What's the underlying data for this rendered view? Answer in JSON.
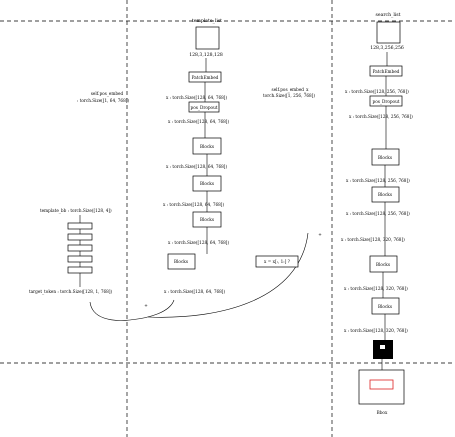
{
  "template_col": {
    "title": "template_list",
    "shape": "128,3,128,128",
    "patch_embed": "PatchEmbed",
    "pos_drop": "pos_Dropout",
    "blocks": [
      "Blocks",
      "Blocks",
      "Blocks",
      "Blocks"
    ],
    "size_labels": [
      "x :  torch.Size([128, 64, 768])",
      "x :  torch.Size([128, 64, 768])",
      "x :  torch.Size([128, 64, 768])",
      "x :  torch.Size([128, 64, 768])",
      "x :  torch.Size([128, 64, 768])",
      "x :  torch.Size([128, 64, 768])"
    ],
    "pos_embed_note": [
      "self.pos_embed",
      ":  torch.Size([1, 64, 768])"
    ]
  },
  "search_col": {
    "title": "search_list",
    "shape": "128,3,256,256",
    "patch_embed": "PatchEmbed",
    "pos_drop": "pos_Dropout",
    "blocks": [
      "Blocks",
      "Blocks",
      "Blocks",
      "Blocks"
    ],
    "size_labels": [
      "x :  torch.Size([128, 256, 768])",
      "x :  torch.Size([128, 256, 768])",
      "x :  torch.Size([128, 256, 768])",
      "x :  torch.Size([128, 256, 768])",
      "x :  torch.Size([128, 320, 768])",
      "x :  torch.Size([128, 320, 768])",
      "x :  torch.Size([128, 320, 768])"
    ],
    "pos_embed_note": [
      "self.pos_embed_x",
      "torch.Size([1, 256, 768])"
    ],
    "slice_note": "x = x[:, 1:] ?",
    "output_label": "Bbox"
  },
  "target_col": {
    "template_bb": "template_bb :  torch.Size([128, 4])",
    "target_token": "target_token :  torch.Size([128, 1, 768])"
  },
  "plus_sign": "+"
}
